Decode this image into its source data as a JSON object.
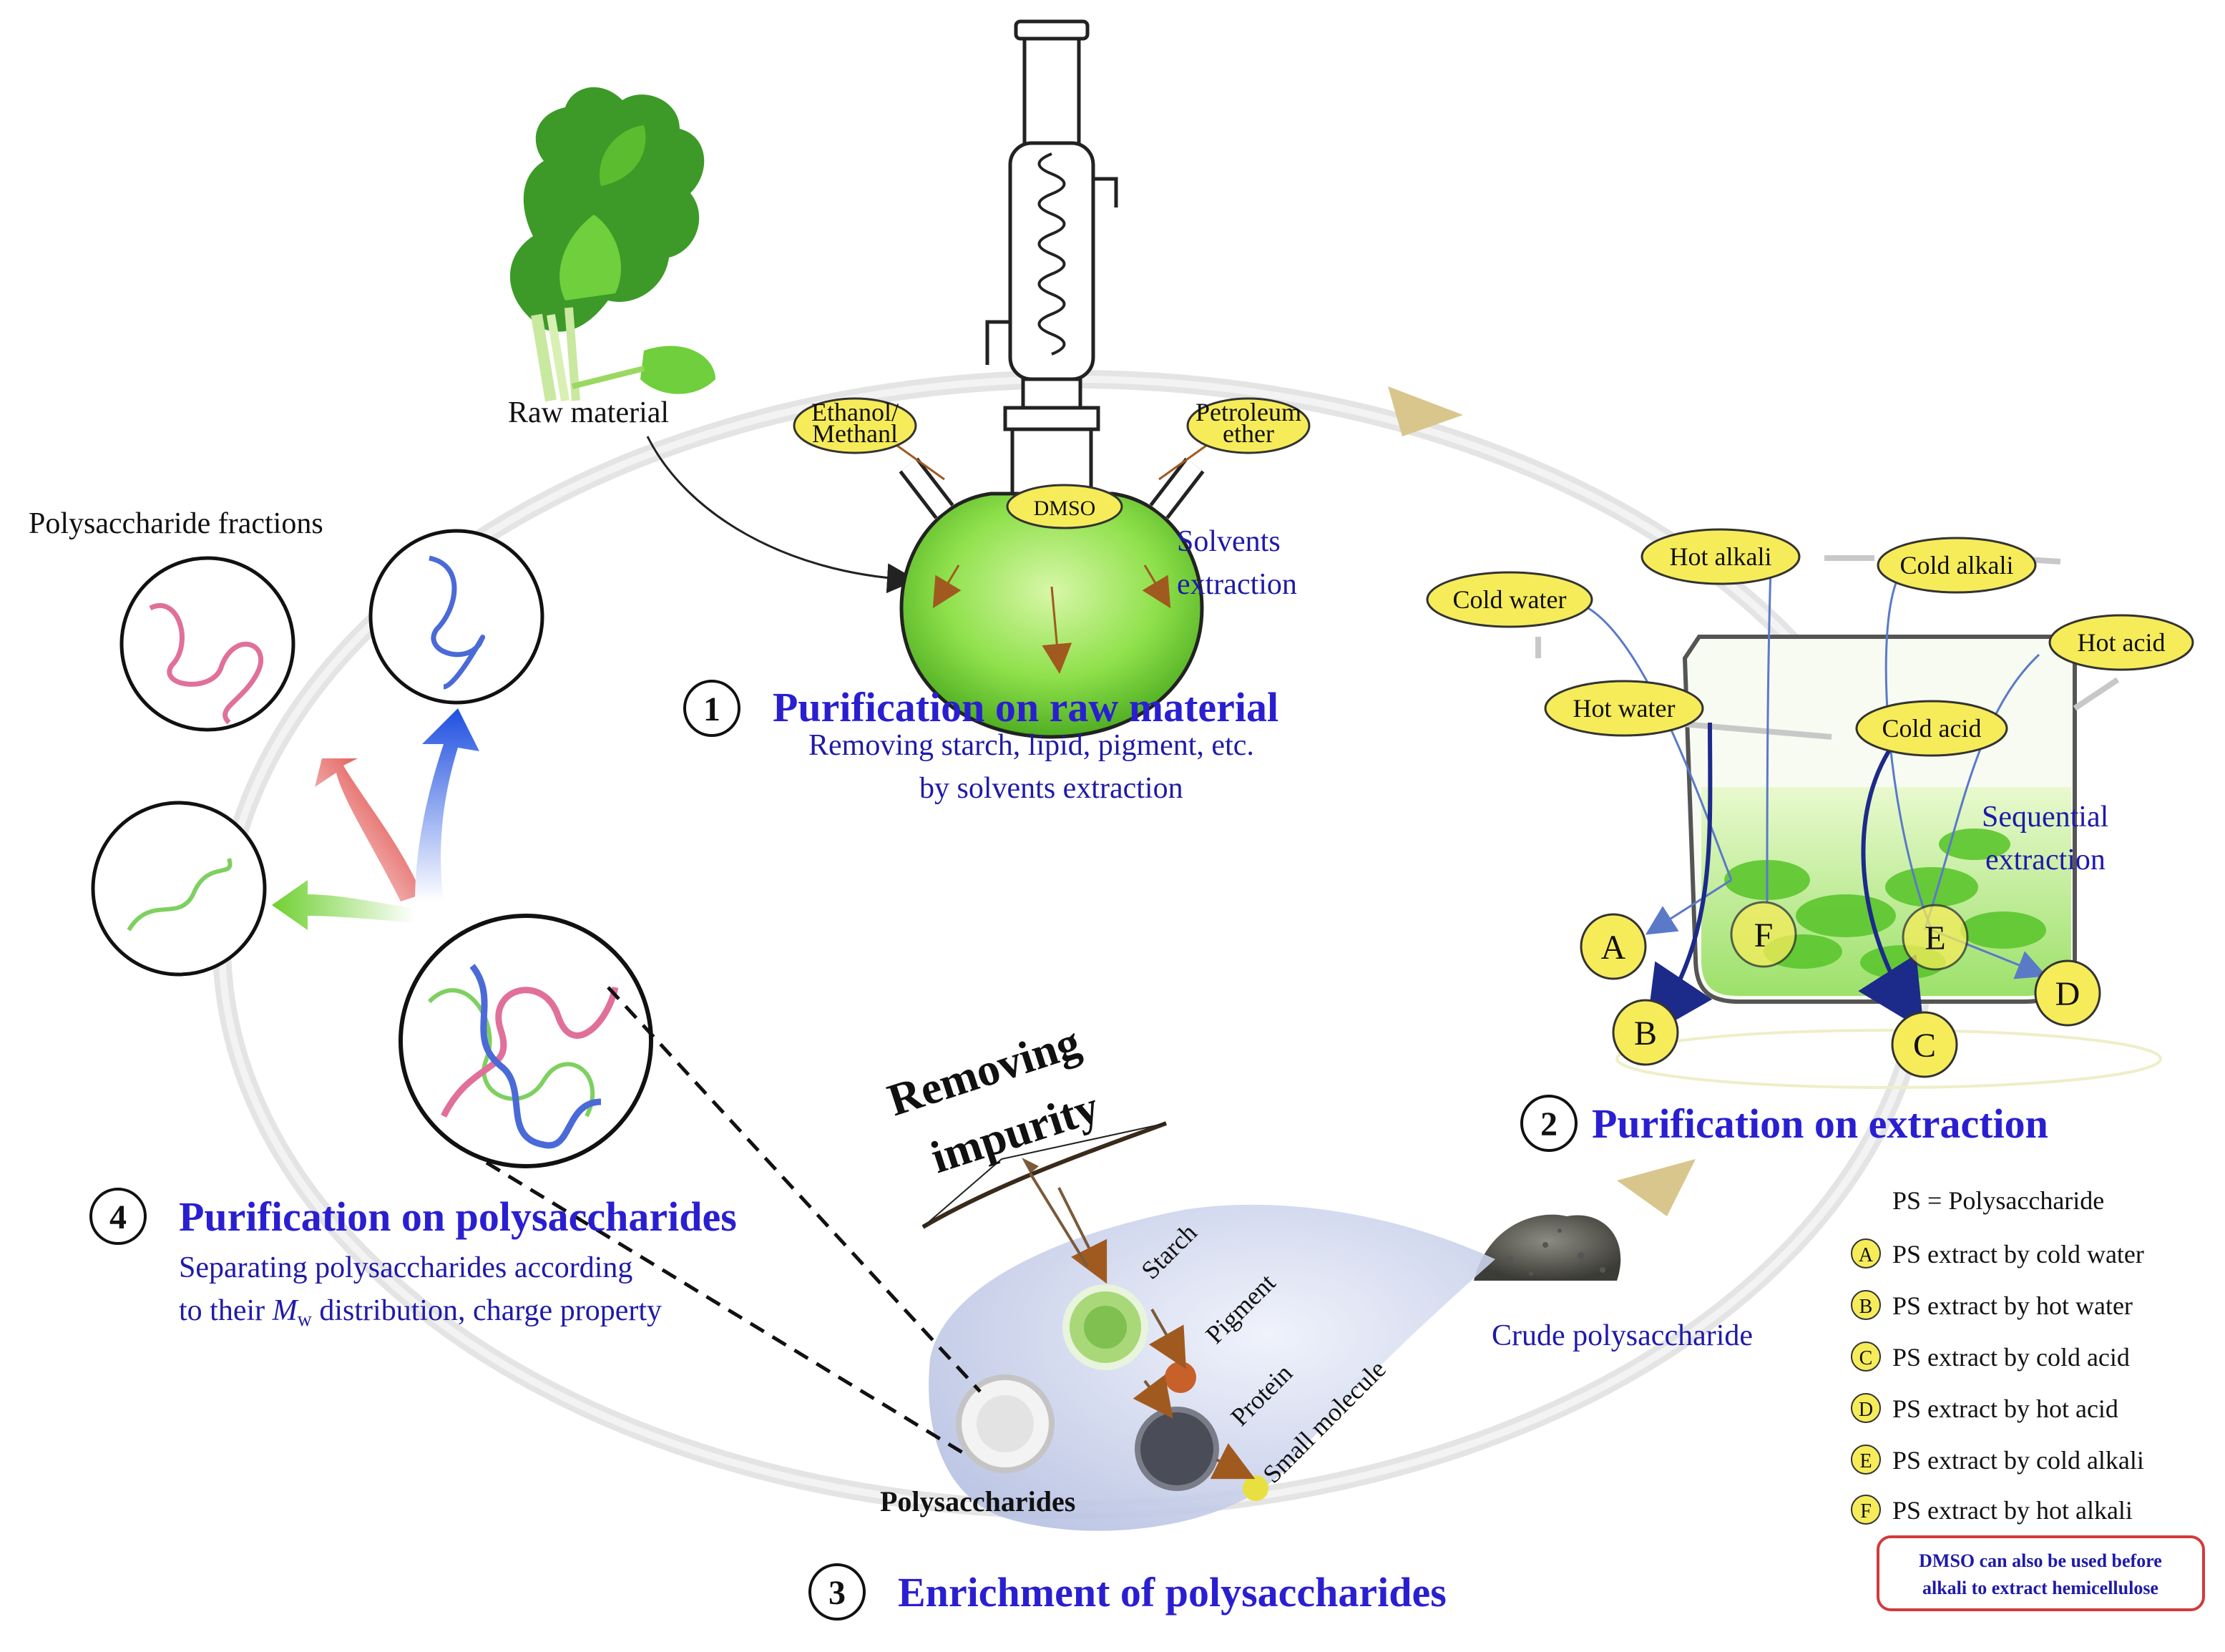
{
  "steps": {
    "s1": {
      "num": "1",
      "title": "Purification on raw material",
      "sub1": "Removing starch, lipid, pigment, etc.",
      "sub2": "by solvents extraction"
    },
    "s2": {
      "num": "2",
      "title": "Purification on extraction"
    },
    "s3": {
      "num": "3",
      "title": "Enrichment of polysaccharides"
    },
    "s4": {
      "num": "4",
      "title": "Purification on polysaccharides",
      "sub1": "Separating polysaccharides according",
      "sub2_pre": "to their ",
      "sub2_mw": "M",
      "sub2_w": "w",
      "sub2_post": " distribution, charge property"
    }
  },
  "labels": {
    "raw_material": "Raw material",
    "poly_fractions": "Polysaccharide fractions",
    "solvents_extraction_1": "Solvents",
    "solvents_extraction_2": "extraction",
    "sequential_1": "Sequential",
    "sequential_2": "extraction",
    "removing": "Removing",
    "impurity": "impurity",
    "crude": "Crude polysaccharide",
    "polysaccharides": "Polysaccharides",
    "starch": "Starch",
    "pigment": "Pigment",
    "protein": "Protein",
    "small_molecule": "Small molecule"
  },
  "solvents": {
    "ethanol_1": "Ethanol/",
    "ethanol_2": "Methanl",
    "petroleum_1": "Petroleum",
    "petroleum_2": "ether",
    "dmso": "DMSO"
  },
  "extraction_conditions": {
    "cold_water": "Cold water",
    "hot_water": "Hot water",
    "hot_alkali": "Hot alkali",
    "cold_alkali": "Cold alkali",
    "hot_acid": "Hot acid",
    "cold_acid": "Cold acid"
  },
  "circle_letters": {
    "A": "A",
    "B": "B",
    "C": "C",
    "D": "D",
    "E": "E",
    "F": "F"
  },
  "legend": {
    "header": "PS = Polysaccharide",
    "items": [
      {
        "letter": "A",
        "text": "PS extract by cold water"
      },
      {
        "letter": "B",
        "text": "PS extract by hot water"
      },
      {
        "letter": "C",
        "text": "PS extract by cold acid"
      },
      {
        "letter": "D",
        "text": "PS extract by hot acid"
      },
      {
        "letter": "E",
        "text": "PS extract by cold alkali"
      },
      {
        "letter": "F",
        "text": "PS extract by hot alkali"
      }
    ],
    "note_1": "DMSO can also be used before",
    "note_2": "alkali to extract hemicellulose"
  },
  "colors": {
    "title_blue": "#2a1fd0",
    "label_yellow": "#f6ec5a",
    "leaf_green": "#7fd640",
    "chain_pink": "#e0709a",
    "chain_blue": "#4a6ad8",
    "chain_green": "#7ed060",
    "note_border": "#d23a3a"
  }
}
